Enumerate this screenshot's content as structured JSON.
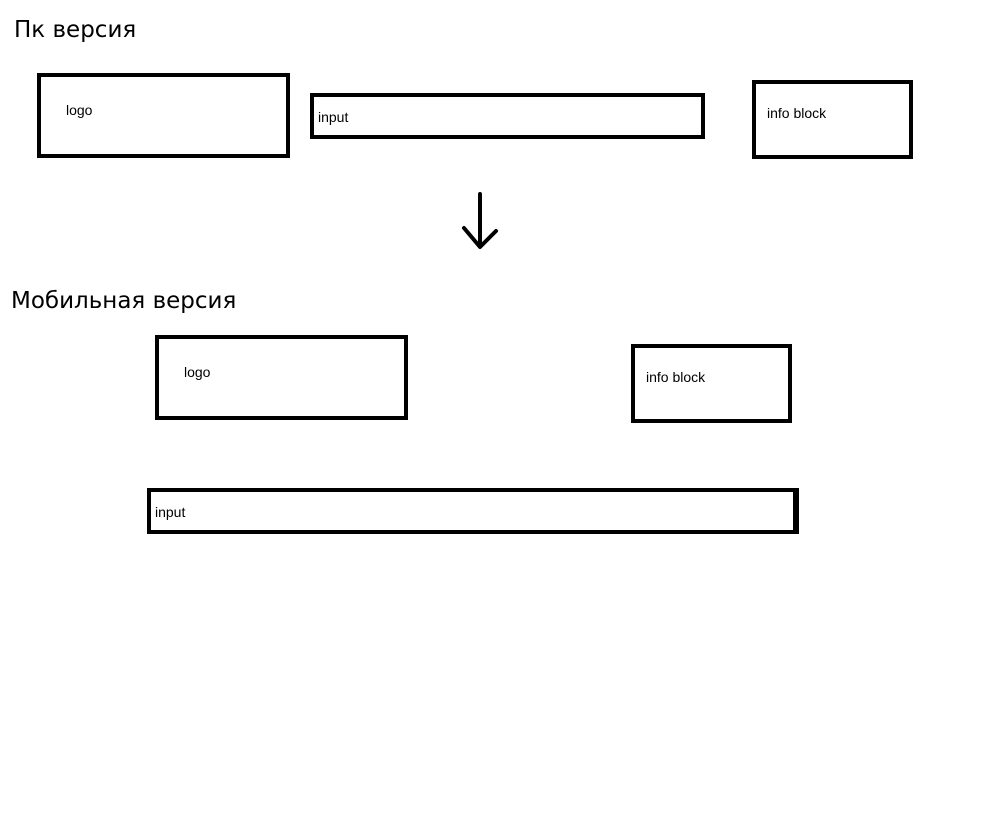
{
  "desktop": {
    "heading": "Пк версия",
    "logo_label": "logo",
    "input_label": "input",
    "info_label": "info block"
  },
  "mobile": {
    "heading": "Мобильная версия",
    "logo_label": "logo",
    "info_label": "info block",
    "input_label": "input"
  },
  "icons": {
    "transition": "arrow-down-icon"
  },
  "colors": {
    "stroke": "#000000",
    "background": "#ffffff"
  }
}
